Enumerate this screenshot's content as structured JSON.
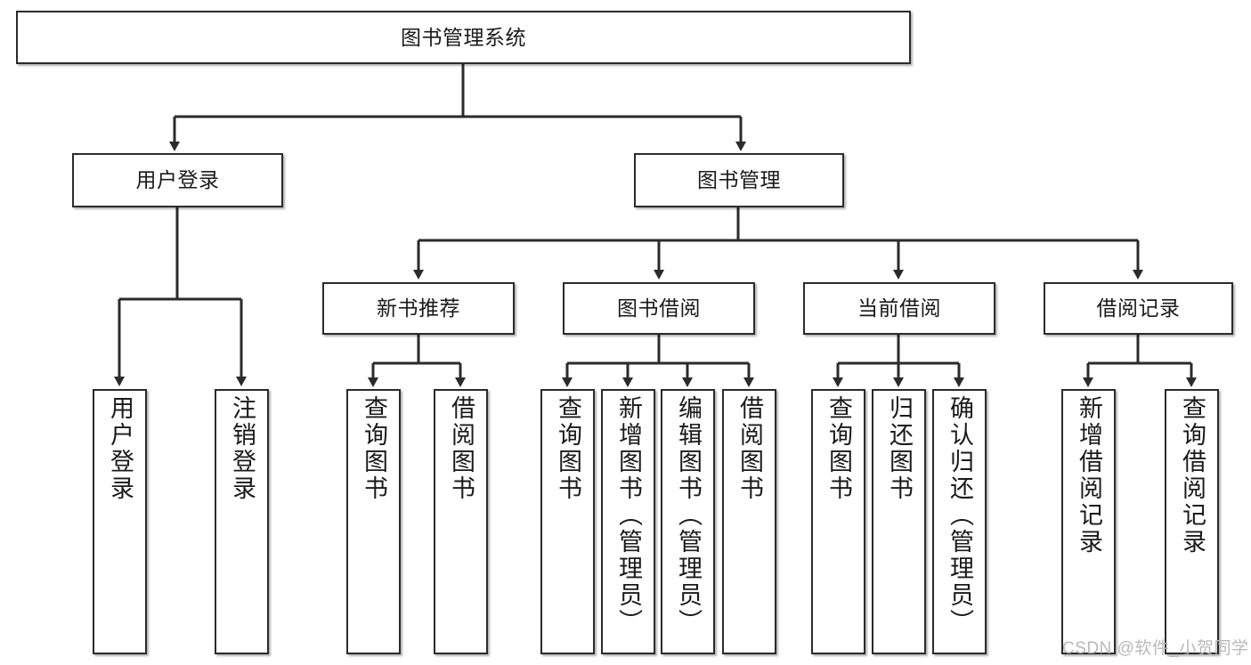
{
  "diagram": {
    "type": "tree",
    "title": "图书管理系统",
    "root": {
      "id": "root",
      "label": "图书管理系统",
      "orientation": "horizontal"
    },
    "level2": [
      {
        "id": "user-login",
        "label": "用户登录",
        "orientation": "horizontal"
      },
      {
        "id": "book-manage",
        "label": "图书管理",
        "orientation": "horizontal"
      }
    ],
    "level3": [
      {
        "id": "new-book-recommend",
        "label": "新书推荐",
        "orientation": "horizontal",
        "parent": "book-manage"
      },
      {
        "id": "book-borrow",
        "label": "图书借阅",
        "orientation": "horizontal",
        "parent": "book-manage"
      },
      {
        "id": "current-borrow",
        "label": "当前借阅",
        "orientation": "horizontal",
        "parent": "book-manage"
      },
      {
        "id": "borrow-record",
        "label": "借阅记录",
        "orientation": "horizontal",
        "parent": "book-manage"
      }
    ],
    "leaves": [
      {
        "id": "leaf-user-login",
        "label": "用户登录",
        "orientation": "vertical",
        "parent": "user-login"
      },
      {
        "id": "leaf-logout-login",
        "label": "注销登录",
        "orientation": "vertical",
        "parent": "user-login"
      },
      {
        "id": "leaf-query-book-a",
        "label": "查询图书",
        "orientation": "vertical",
        "parent": "new-book-recommend"
      },
      {
        "id": "leaf-borrow-book-a",
        "label": "借阅图书",
        "orientation": "vertical",
        "parent": "new-book-recommend"
      },
      {
        "id": "leaf-query-book-b",
        "label": "查询图书",
        "orientation": "vertical",
        "parent": "book-borrow"
      },
      {
        "id": "leaf-add-book",
        "label": "新增图书（管理员）",
        "orientation": "vertical",
        "parent": "book-borrow"
      },
      {
        "id": "leaf-edit-book",
        "label": "编辑图书（管理员）",
        "orientation": "vertical",
        "parent": "book-borrow"
      },
      {
        "id": "leaf-borrow-book-b",
        "label": "借阅图书",
        "orientation": "vertical",
        "parent": "book-borrow"
      },
      {
        "id": "leaf-query-book-c",
        "label": "查询图书",
        "orientation": "vertical",
        "parent": "current-borrow"
      },
      {
        "id": "leaf-return-book",
        "label": "归还图书",
        "orientation": "vertical",
        "parent": "current-borrow"
      },
      {
        "id": "leaf-confirm-return",
        "label": "确认归还（管理员）",
        "orientation": "vertical",
        "parent": "current-borrow"
      },
      {
        "id": "leaf-add-record",
        "label": "新增借阅记录",
        "orientation": "vertical",
        "parent": "borrow-record"
      },
      {
        "id": "leaf-query-record",
        "label": "查询借阅记录",
        "orientation": "vertical",
        "parent": "borrow-record"
      }
    ],
    "colors": {
      "box_border": "#2b2b2b",
      "box_fill": "#ffffff",
      "connector": "#2b2b2b",
      "text": "#1a1a1a",
      "watermark": "#b9b9b9",
      "background": "#ffffff"
    }
  },
  "watermark": {
    "text": "CSDN @软件_小贺同学"
  }
}
